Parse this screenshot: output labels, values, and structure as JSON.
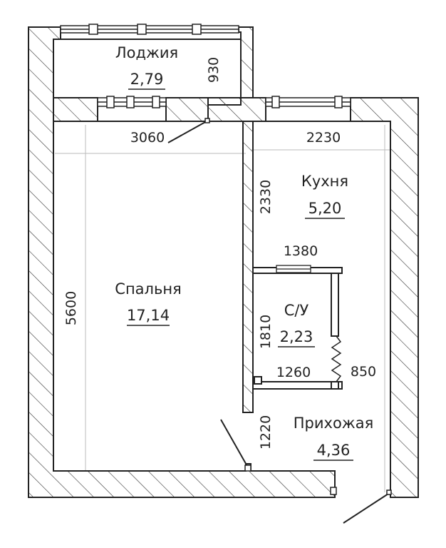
{
  "rooms": {
    "loggia": {
      "name": "Лоджия",
      "area": "2,79"
    },
    "bedroom": {
      "name": "Спальня",
      "area": "17,14"
    },
    "kitchen": {
      "name": "Кухня",
      "area": "5,20"
    },
    "bathroom": {
      "name": "С/У",
      "area": "2,23"
    },
    "hallway": {
      "name": "Прихожая",
      "area": "4,36"
    }
  },
  "dimensions": {
    "loggia_depth": "930",
    "bedroom_width": "3060",
    "bedroom_length": "5600",
    "kitchen_width": "2230",
    "kitchen_length": "2330",
    "bath_width_top": "1380",
    "bath_length": "1810",
    "bath_width_bottom": "1260",
    "bath_door": "850",
    "hall_length": "1220"
  },
  "colors": {
    "line": "#222222",
    "hatch": "#333333"
  }
}
